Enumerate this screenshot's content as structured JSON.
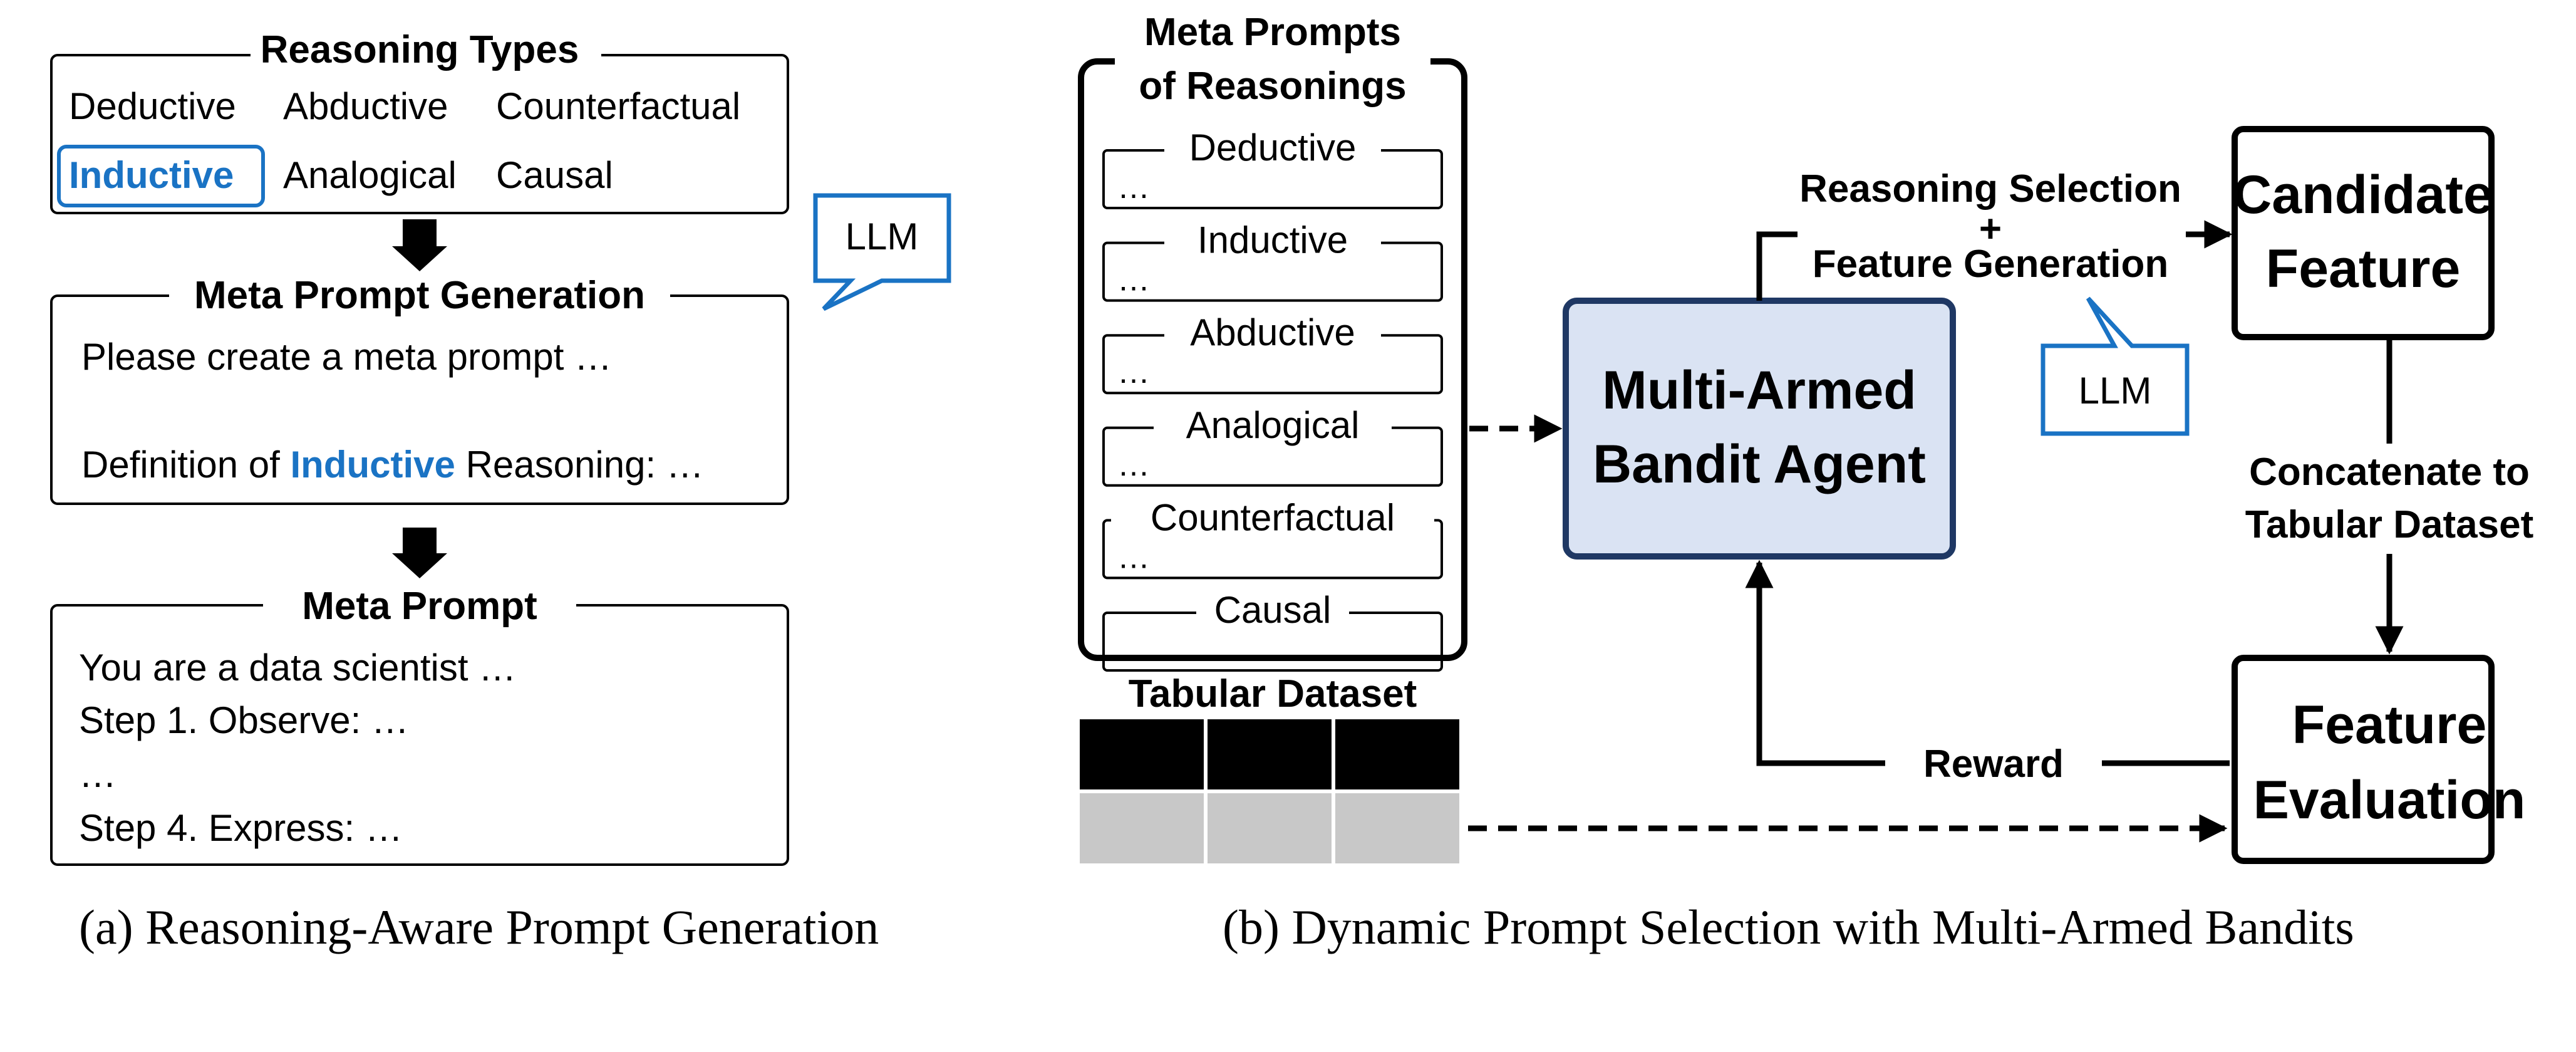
{
  "panel_a": {
    "reasoning_types": {
      "title": "Reasoning Types",
      "items": [
        "Deductive",
        "Abductive",
        "Counterfactual",
        "Inductive",
        "Analogical",
        "Causal"
      ],
      "highlighted": "Inductive"
    },
    "meta_prompt_generation": {
      "title": "Meta Prompt Generation",
      "line1": "Please create a meta prompt …",
      "line2_prefix": "Definition of ",
      "line2_highlight": "Inductive",
      "line2_suffix": " Reasoning: …"
    },
    "llm_bubble": "LLM",
    "meta_prompt": {
      "title": "Meta Prompt",
      "lines": [
        "You are a data scientist …",
        "Step 1. Observe: …",
        "…",
        "Step 4. Express: …"
      ]
    },
    "caption": "(a) Reasoning-Aware Prompt Generation"
  },
  "panel_b": {
    "meta_prompts": {
      "title_line1": "Meta Prompts",
      "title_line2": "of Reasonings",
      "items": [
        {
          "label": "Deductive",
          "body": "…"
        },
        {
          "label": "Inductive",
          "body": "…"
        },
        {
          "label": "Abductive",
          "body": "…"
        },
        {
          "label": "Analogical",
          "body": "…"
        },
        {
          "label": "Counterfactual",
          "body": "…"
        },
        {
          "label": "Causal",
          "body": "…"
        }
      ]
    },
    "tabular_dataset": "Tabular Dataset",
    "agent_line1": "Multi-Armed",
    "agent_line2": "Bandit Agent",
    "selection_line1": "Reasoning Selection",
    "selection_plus": "+",
    "selection_line2": "Feature Generation",
    "llm_bubble": "LLM",
    "candidate_line1": "Candidate",
    "candidate_line2": "Feature",
    "concat_line1": "Concatenate to",
    "concat_line2": "Tabular Dataset",
    "evaluation_line1": "Feature",
    "evaluation_line2": "Evaluation",
    "reward": "Reward",
    "caption": "(b) Dynamic Prompt Selection with Multi-Armed Bandits"
  },
  "colors": {
    "highlight_blue": "#1a73c4",
    "agent_fill": "#dae3f3",
    "agent_stroke": "#1f3864",
    "dataset_header": "#000000",
    "dataset_row": "#c8c8c8"
  }
}
